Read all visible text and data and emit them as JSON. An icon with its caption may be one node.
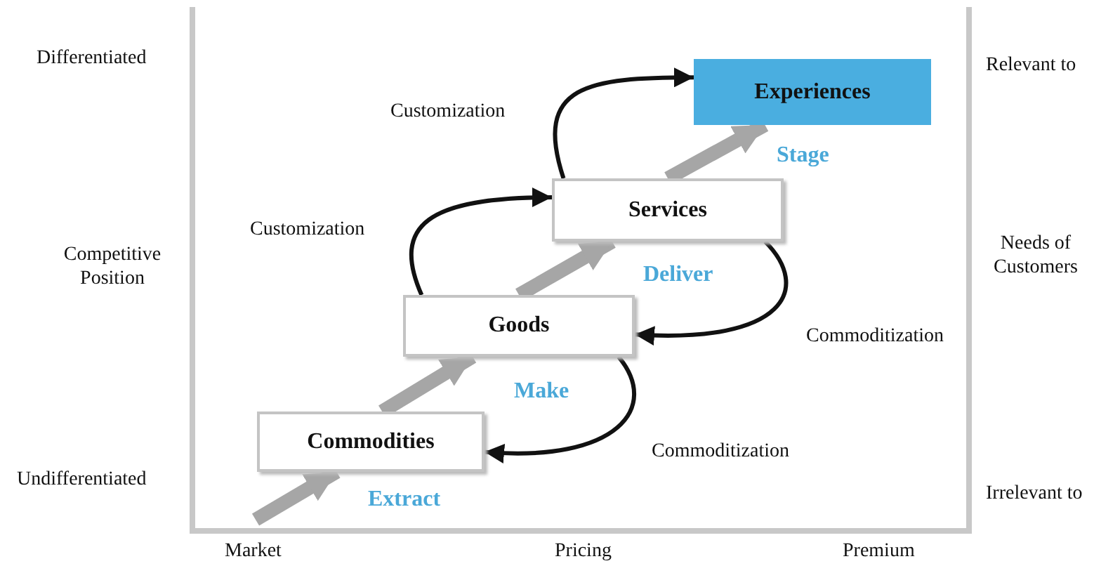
{
  "diagram": {
    "nodes": [
      {
        "text": [
          "Commodities"
        ]
      },
      {
        "text": [
          "Goods"
        ]
      },
      {
        "text": [
          "Services"
        ]
      },
      {
        "text": [
          "Experiences"
        ]
      }
    ],
    "edges": [
      {
        "from": null,
        "to": 0,
        "arrow": "to",
        "label": "Extract",
        "style": "thick",
        "color": "#a6a6a6"
      },
      {
        "from": 0,
        "to": 1,
        "arrow": "to",
        "label": "Make",
        "style": "thick",
        "color": "#a6a6a6"
      },
      {
        "from": 1,
        "to": 2,
        "arrow": "to",
        "label": "Deliver",
        "style": "thick",
        "color": "#a6a6a6"
      },
      {
        "from": 2,
        "to": 3,
        "arrow": "to",
        "label": "Stage",
        "style": "thick",
        "color": "#a6a6a6"
      },
      {
        "from": 1,
        "to": 2,
        "arrow": "to",
        "label": "Customization",
        "color": "#111111"
      },
      {
        "from": 2,
        "to": 3,
        "arrow": "to",
        "label": "Customization",
        "color": "#111111"
      },
      {
        "from": 2,
        "to": 1,
        "arrow": "to",
        "label": "Commoditization",
        "color": "#111111"
      },
      {
        "from": 1,
        "to": 0,
        "arrow": "to",
        "label": "Commoditization",
        "color": "#111111"
      }
    ],
    "labels": [
      "Differentiated",
      "Relevant to",
      "Competitive Position",
      "Needs of Customers",
      "Undifferentiated",
      "Irrelevant to",
      "Market",
      "Pricing",
      "Premium"
    ]
  }
}
